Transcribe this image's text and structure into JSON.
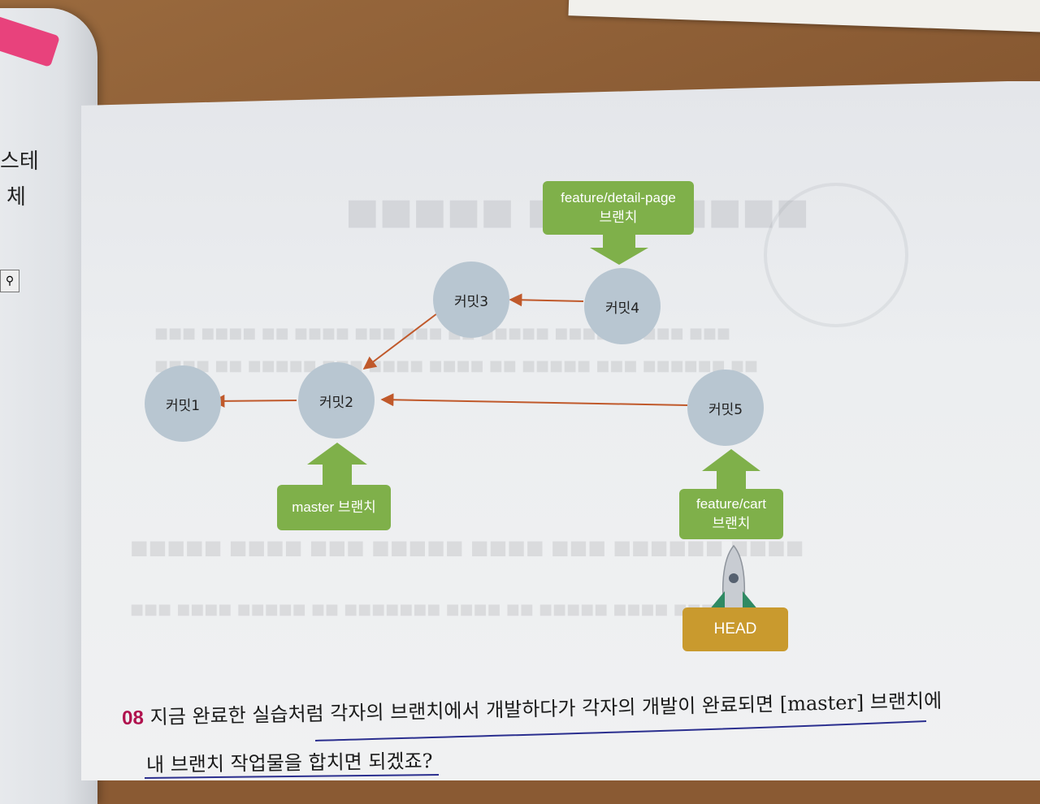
{
  "left_page": {
    "text_1": "스테",
    "text_2": "체",
    "search_icon": "magnifier-icon"
  },
  "diagram": {
    "nodes": {
      "commit1": "커밋1",
      "commit2": "커밋2",
      "commit3": "커밋3",
      "commit4": "커밋4",
      "commit5": "커밋5"
    },
    "labels": {
      "feature_detail_line1": "feature/detail-page",
      "feature_detail_line2": "브랜치",
      "master": "master 브랜치",
      "feature_cart_line1": "feature/cart",
      "feature_cart_line2": "브랜치",
      "head": "HEAD"
    },
    "icons": {
      "rocket": "rocket-icon"
    },
    "colors": {
      "node": "#b8c6d1",
      "branch_label": "#7fb04a",
      "head_label": "#c99a2e",
      "commit_arrow": "#c0592b"
    }
  },
  "caption": {
    "number": "08",
    "line1": "지금 완료한 실습처럼 각자의 브랜치에서 개발하다가 각자의 개발이 완료되면 [master] 브랜치에",
    "line2": "내 브랜치 작업물을 합치면 되겠죠?"
  }
}
